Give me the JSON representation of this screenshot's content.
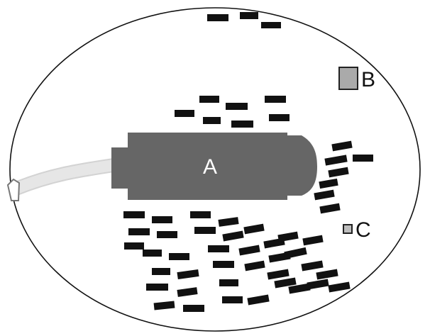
{
  "labels": {
    "a": "A",
    "b": "B",
    "c": "C"
  },
  "colors": {
    "outline": "#111111",
    "block_fill": "#666666",
    "tail_fill": "#e6e6e6",
    "tail_stroke": "#d3d3d3",
    "dash_fill": "#111111",
    "box_b_fill": "#aaaaaa",
    "box_c_fill": "#bdbdbd",
    "text_dark": "#111111",
    "text_light": "#ffffff"
  }
}
